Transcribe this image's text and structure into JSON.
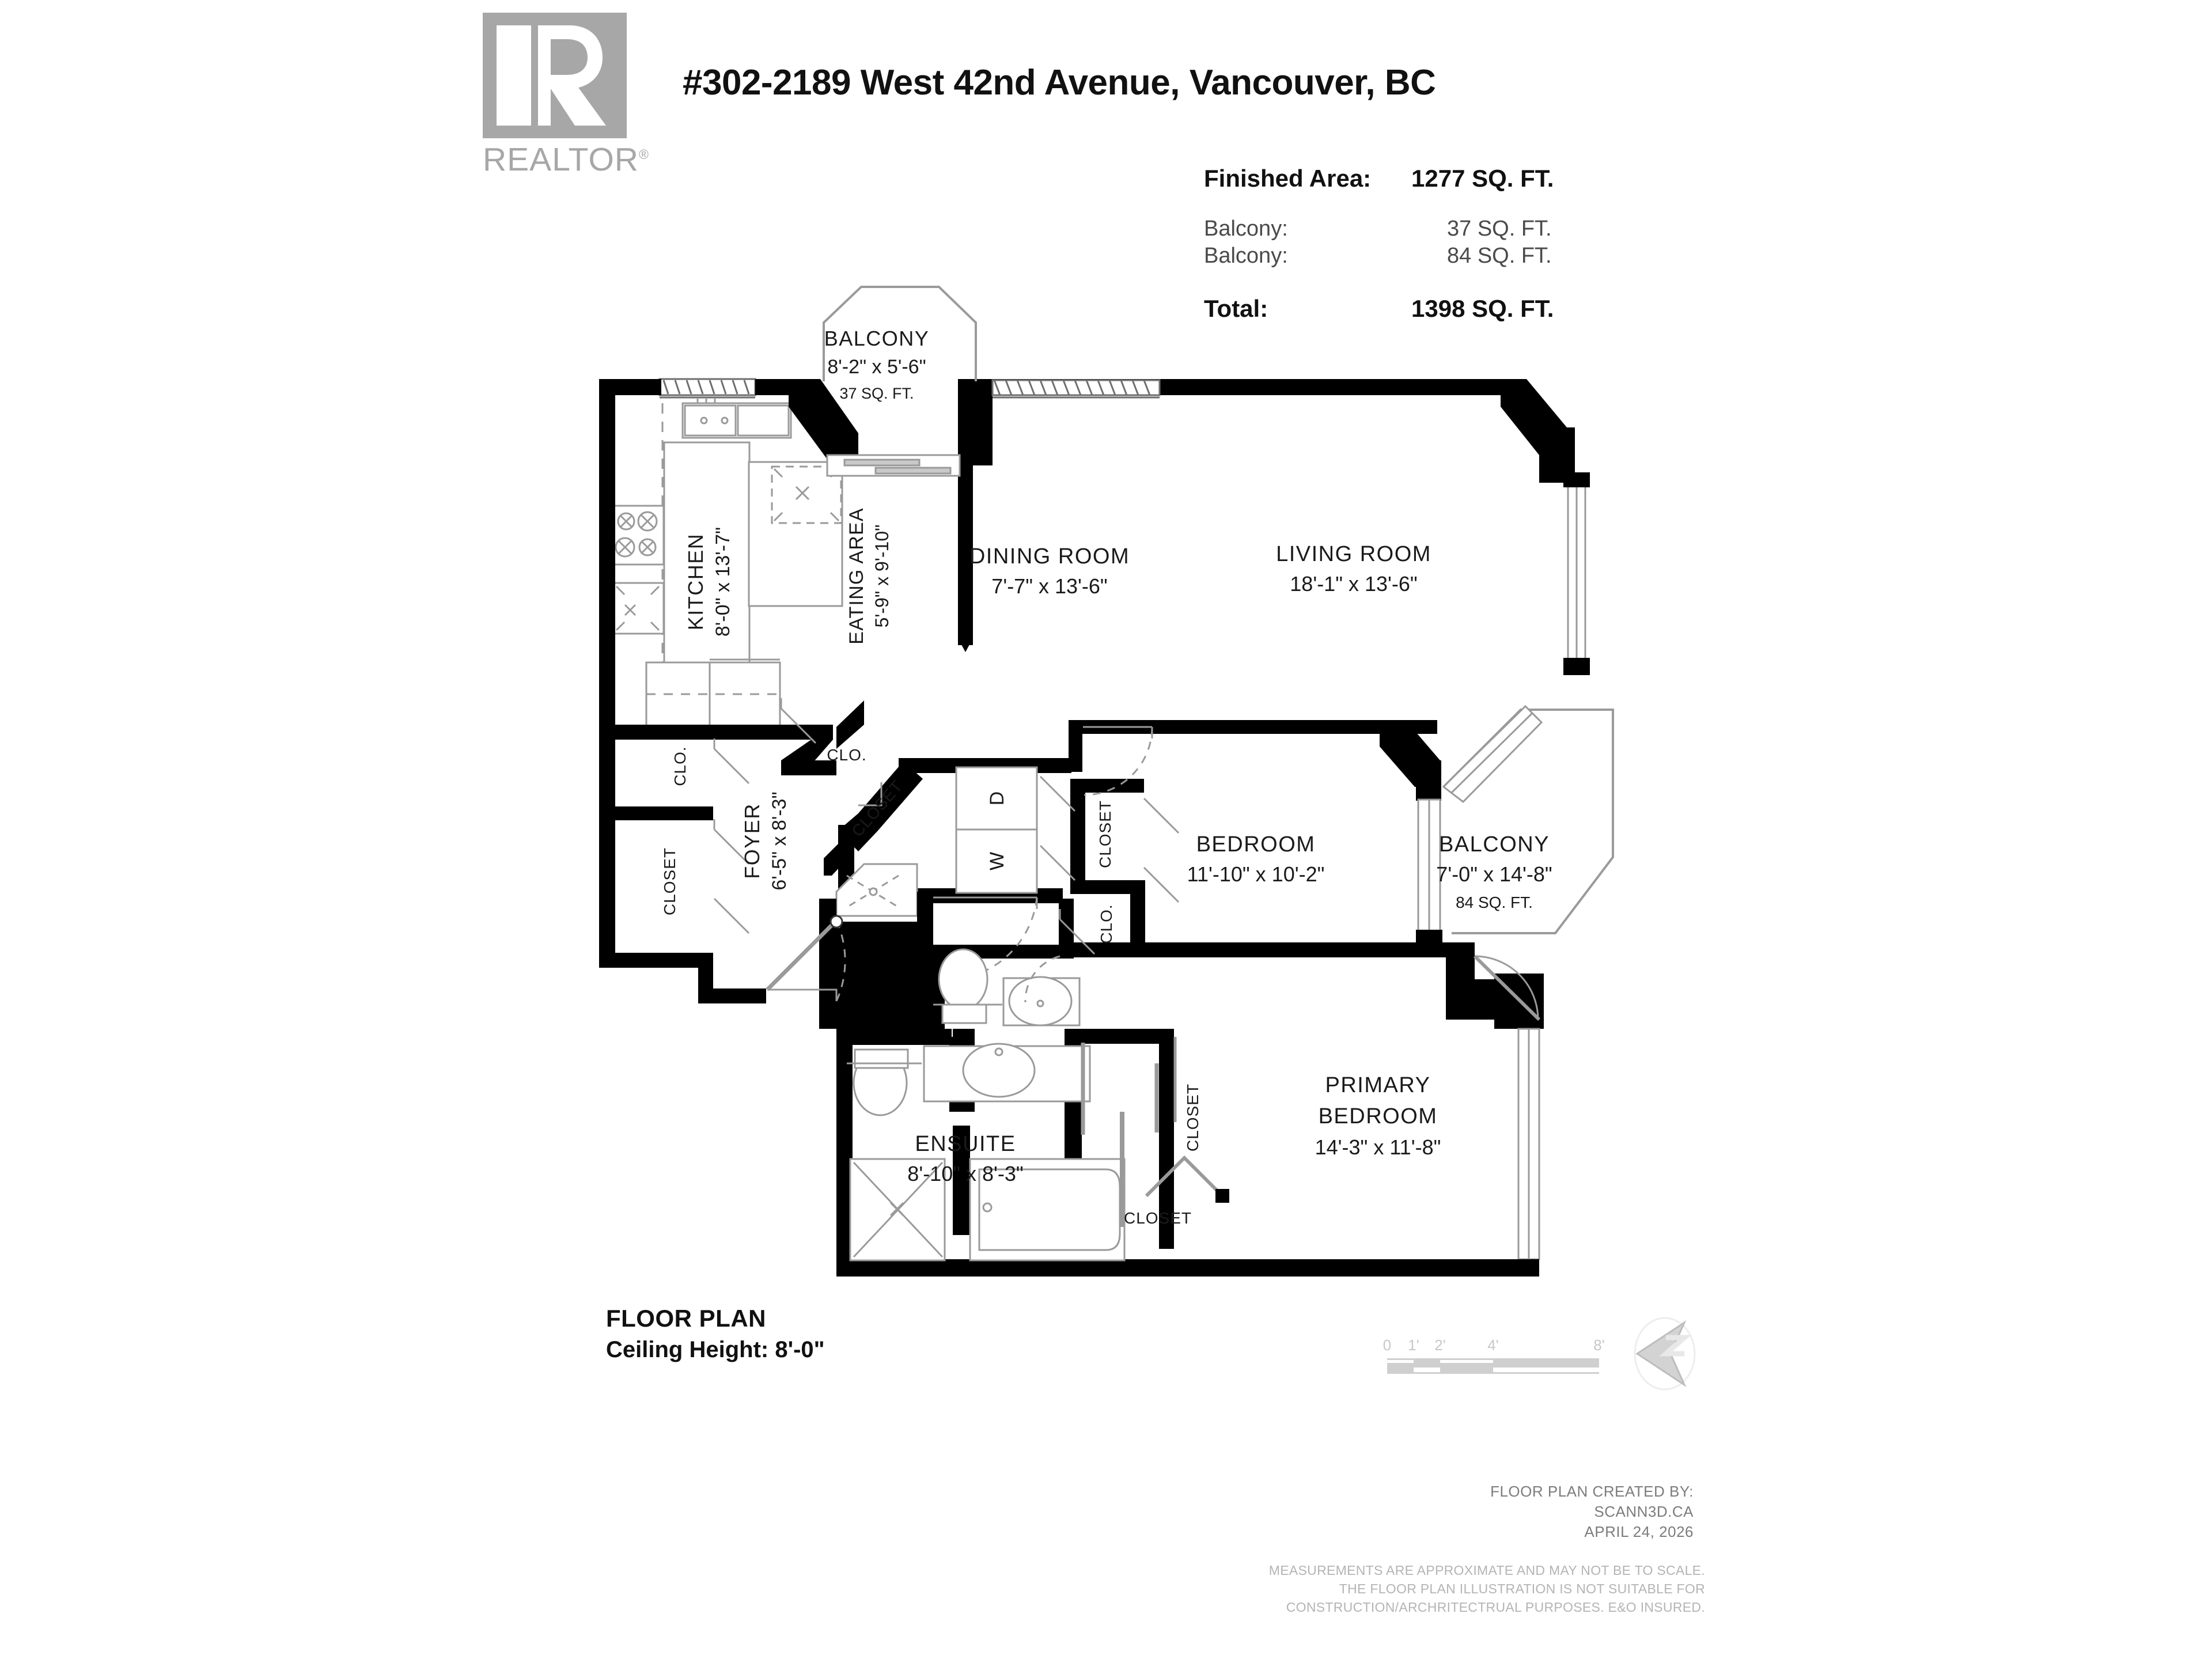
{
  "header": {
    "logo_text": "REALTOR",
    "logo_registered": "®",
    "title": "#302-2189 West 42nd Avenue, Vancouver, BC"
  },
  "areas": {
    "finished_label": "Finished Area:",
    "finished_value": "1277 SQ. FT.",
    "balcony1_label": "Balcony:",
    "balcony1_value": "37 SQ. FT.",
    "balcony2_label": "Balcony:",
    "balcony2_value": "84 SQ. FT.",
    "total_label": "Total:",
    "total_value": "1398 SQ. FT."
  },
  "rooms": [
    {
      "id": "balcony_north",
      "name": "BALCONY",
      "dims": "8'-2\" x 5'-6\"",
      "area": "37 SQ. FT."
    },
    {
      "id": "kitchen",
      "name": "KITCHEN",
      "dims": "8'-0\" x 13'-7\"",
      "area": ""
    },
    {
      "id": "eating_area",
      "name": "EATING AREA",
      "dims": "5'-9\" x 9'-10\"",
      "area": ""
    },
    {
      "id": "dining_room",
      "name": "DINING ROOM",
      "dims": "7'-7\" x 13'-6\"",
      "area": ""
    },
    {
      "id": "living_room",
      "name": "LIVING ROOM",
      "dims": "18'-1\"  x 13'-6\"",
      "area": ""
    },
    {
      "id": "foyer",
      "name": "FOYER",
      "dims": "6'-5\" x 8'-3\"",
      "area": ""
    },
    {
      "id": "bedroom",
      "name": "BEDROOM",
      "dims": "11'-10\" x 10'-2\"",
      "area": ""
    },
    {
      "id": "balcony_east",
      "name": "BALCONY",
      "dims": "7'-0\" x 14'-8\"",
      "area": "84 SQ. FT."
    },
    {
      "id": "ensuite",
      "name": "ENSUITE",
      "dims": "8'-10\" x 8'-3\"",
      "area": ""
    },
    {
      "id": "primary_line1",
      "name": "PRIMARY",
      "dims": "",
      "area": ""
    },
    {
      "id": "primary_line2",
      "name": "BEDROOM",
      "dims": "14'-3\" x 11'-8\"",
      "area": ""
    }
  ],
  "closet_labels": {
    "kitchen_clo": "CLO.",
    "foyer_clo": "CLO.",
    "foyer_closet": "CLOSET",
    "laundry_closet": "CLOSET",
    "bedroom_closet": "CLOSET",
    "bedroom_clo": "CLO.",
    "primary_closet_v": "CLOSET",
    "primary_closet_h": "CLOSET"
  },
  "appliances": {
    "dryer": "D",
    "washer": "W"
  },
  "caption": {
    "line1": "FLOOR PLAN",
    "line2": "Ceiling Height: 8'-0\""
  },
  "scale_bar": {
    "ticks": [
      "0",
      "1'",
      "2'",
      "4'",
      "8'"
    ]
  },
  "credit": {
    "line1": "FLOOR PLAN CREATED BY:",
    "line2": "SCANN3D.CA",
    "line3": "APRIL 24, 2026"
  },
  "disclaimer": {
    "line1": "MEASUREMENTS ARE APPROXIMATE AND MAY NOT BE TO SCALE.",
    "line2": "THE FLOOR PLAN ILLUSTRATION IS NOT SUITABLE FOR",
    "line3": "CONSTRUCTION/ARCHRITECTRUAL PURPOSES. E&O INSURED."
  },
  "colors": {
    "wall": "#000000",
    "fixture": "#888888",
    "logo_gray": "#a7a7a7",
    "text": "#1a1a1a",
    "muted": "#7c7c7c"
  }
}
